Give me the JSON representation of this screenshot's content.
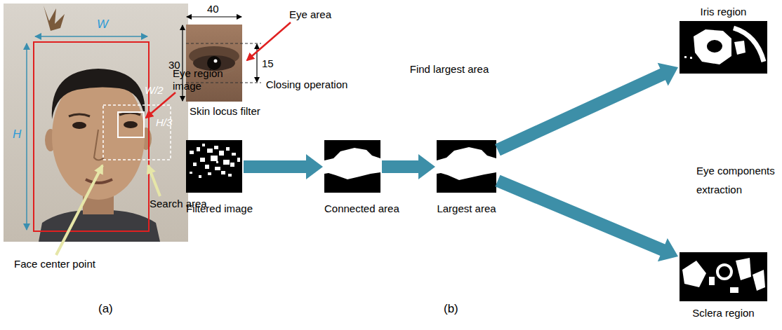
{
  "diagram": {
    "nodes": [
      {
        "text": [
          "Filtered image"
        ]
      },
      {
        "text": [
          "Connected area"
        ]
      },
      {
        "text": [
          "Largest area"
        ]
      },
      {
        "text": [
          "Iris region"
        ]
      },
      {
        "text": [
          "Sclera region"
        ]
      }
    ],
    "edges": [
      {
        "from": 0,
        "to": 1,
        "arrow": "to",
        "label": "Closing operation"
      },
      {
        "from": 1,
        "to": 2,
        "arrow": "to",
        "label": "Find largest area"
      },
      {
        "from": 2,
        "to": 3,
        "arrow": "to"
      },
      {
        "from": 2,
        "to": 4,
        "arrow": "to"
      }
    ],
    "labels": [
      "W",
      "H",
      "W/2",
      "H/3",
      "Eye region image",
      "Search area",
      "Face center point",
      "(a)",
      "40",
      "30",
      "15",
      "Eye area",
      "Skin locus filter",
      "Eye components extraction",
      "(b)"
    ]
  }
}
